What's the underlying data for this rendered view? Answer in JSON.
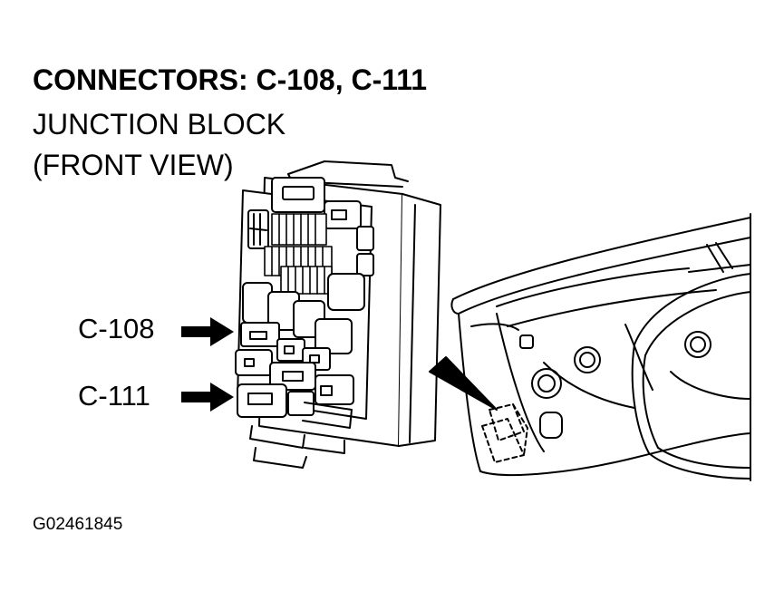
{
  "diagram": {
    "title": "CONNECTORS: C-108, C-111",
    "subtitle_line1": "JUNCTION BLOCK",
    "subtitle_line2": "(FRONT VIEW)",
    "callouts": [
      {
        "label": "C-108"
      },
      {
        "label": "C-111"
      }
    ],
    "figure_id": "G02461845",
    "colors": {
      "ink": "#000000",
      "background": "#ffffff"
    }
  }
}
